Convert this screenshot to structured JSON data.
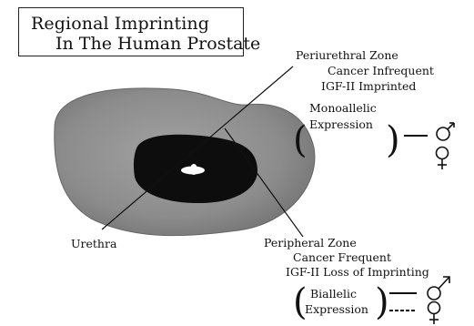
{
  "title": {
    "line1": "Regional Imprinting",
    "line2": "In The Human Prostate"
  },
  "periurethral": {
    "zone": "Periurethral Zone",
    "cancer": "Cancer Infrequent",
    "imprint": "IGF-II Imprinted",
    "expr_1": "Monoallelic",
    "expr_2": "Expression"
  },
  "urethra": "Urethra",
  "peripheral": {
    "zone": "Peripheral Zone",
    "cancer": "Cancer Frequent",
    "imprint": "IGF-II Loss of Imprinting",
    "expr_1": "Biallelic",
    "expr_2": "Expression"
  },
  "colors": {
    "prostate": "#8e8e8e",
    "central": "#0d0d0d",
    "ink": "#111111"
  },
  "icons": {
    "male": "male-symbol-icon",
    "female": "female-symbol-icon"
  }
}
